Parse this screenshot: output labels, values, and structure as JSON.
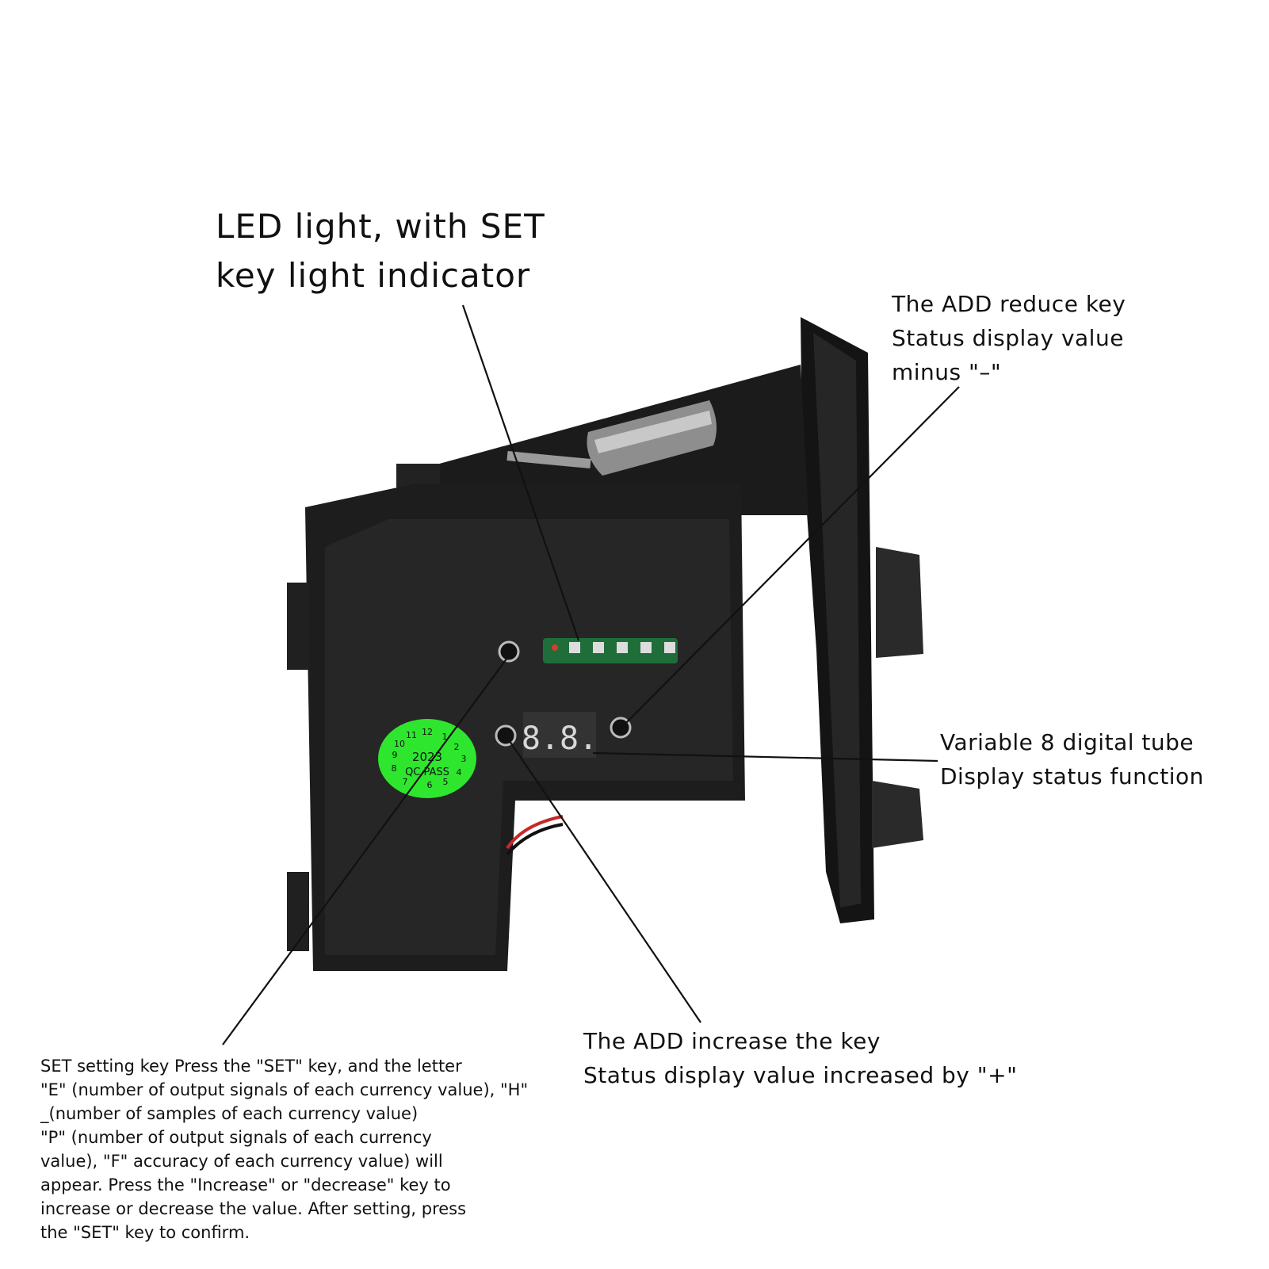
{
  "callouts": {
    "led_light": "LED light, with SET\nkey light indicator",
    "reduce_key": "The ADD reduce key\nStatus display value\nminus \"–\"",
    "digital_tube": "Variable 8 digital tube\nDisplay status function",
    "increase_key": "The ADD increase the key\nStatus display value increased by \"+\"",
    "set_key": "SET setting key Press the \"SET\" key, and the letter\n\"E\" (number of output signals of each currency value), \"H\"\n_(number of samples of each currency value)\n\"P\" (number of output signals of each currency\nvalue), \"F\" accuracy of each currency value) will\nappear. Press the \"Increase\" or \"decrease\" key to\nincrease or decrease the value. After setting, press\nthe \"SET\" key to confirm."
  },
  "device": {
    "display_digits": "8.8.",
    "qc_sticker": {
      "year": "2023",
      "text": "QC PASS",
      "dial": [
        "12",
        "1",
        "2",
        "3",
        "4",
        "5",
        "6",
        "7",
        "8",
        "9",
        "10",
        "11"
      ]
    }
  },
  "colors": {
    "body": "#1d1d1d",
    "sticker": "#2ee62e",
    "display_led": "#d83a2e",
    "pcb": "#1f6e3a"
  }
}
